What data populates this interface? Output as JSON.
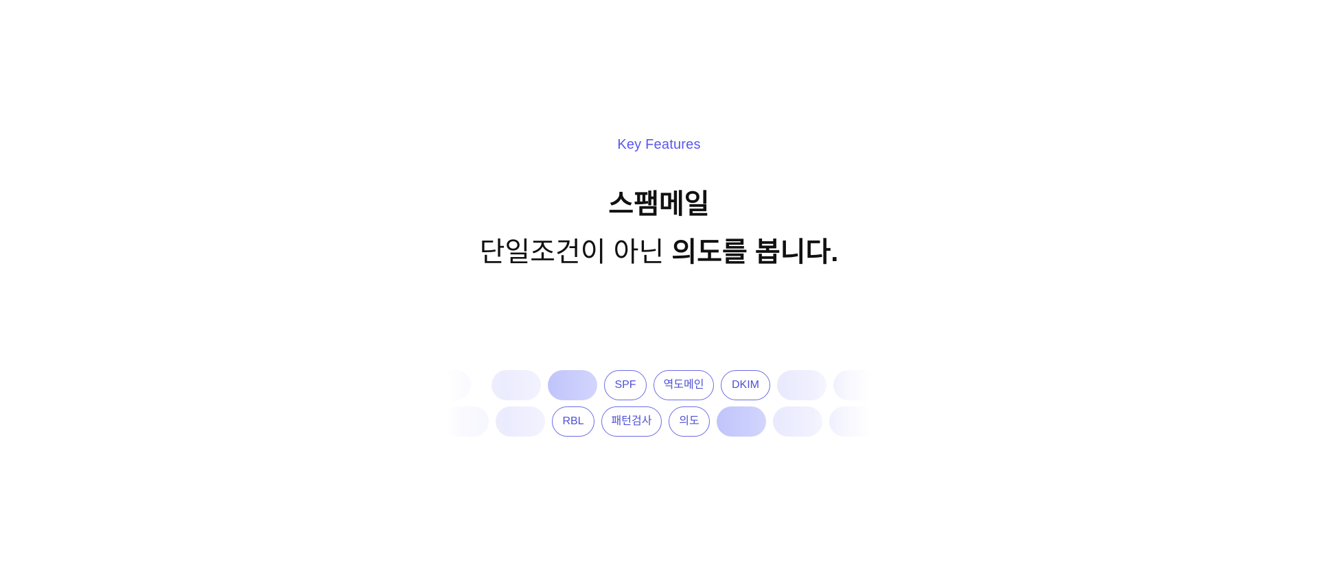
{
  "section": {
    "eyebrow": "Key Features",
    "title": "스팸메일",
    "subtitle_plain": "단일조건이 아닌 ",
    "subtitle_bold": "의도를 봅니다."
  },
  "tags": {
    "row1": [
      "SPF",
      "역도메인",
      "DKIM"
    ],
    "row2": [
      "RBL",
      "패턴검사",
      "의도"
    ]
  },
  "colors": {
    "accent": "#5a55ee",
    "tag_border": "#6a6ce6",
    "tag_text": "#4e50d6",
    "pill_solid": "#c0c4fb",
    "pill_ghost": "#e8e9fd"
  }
}
